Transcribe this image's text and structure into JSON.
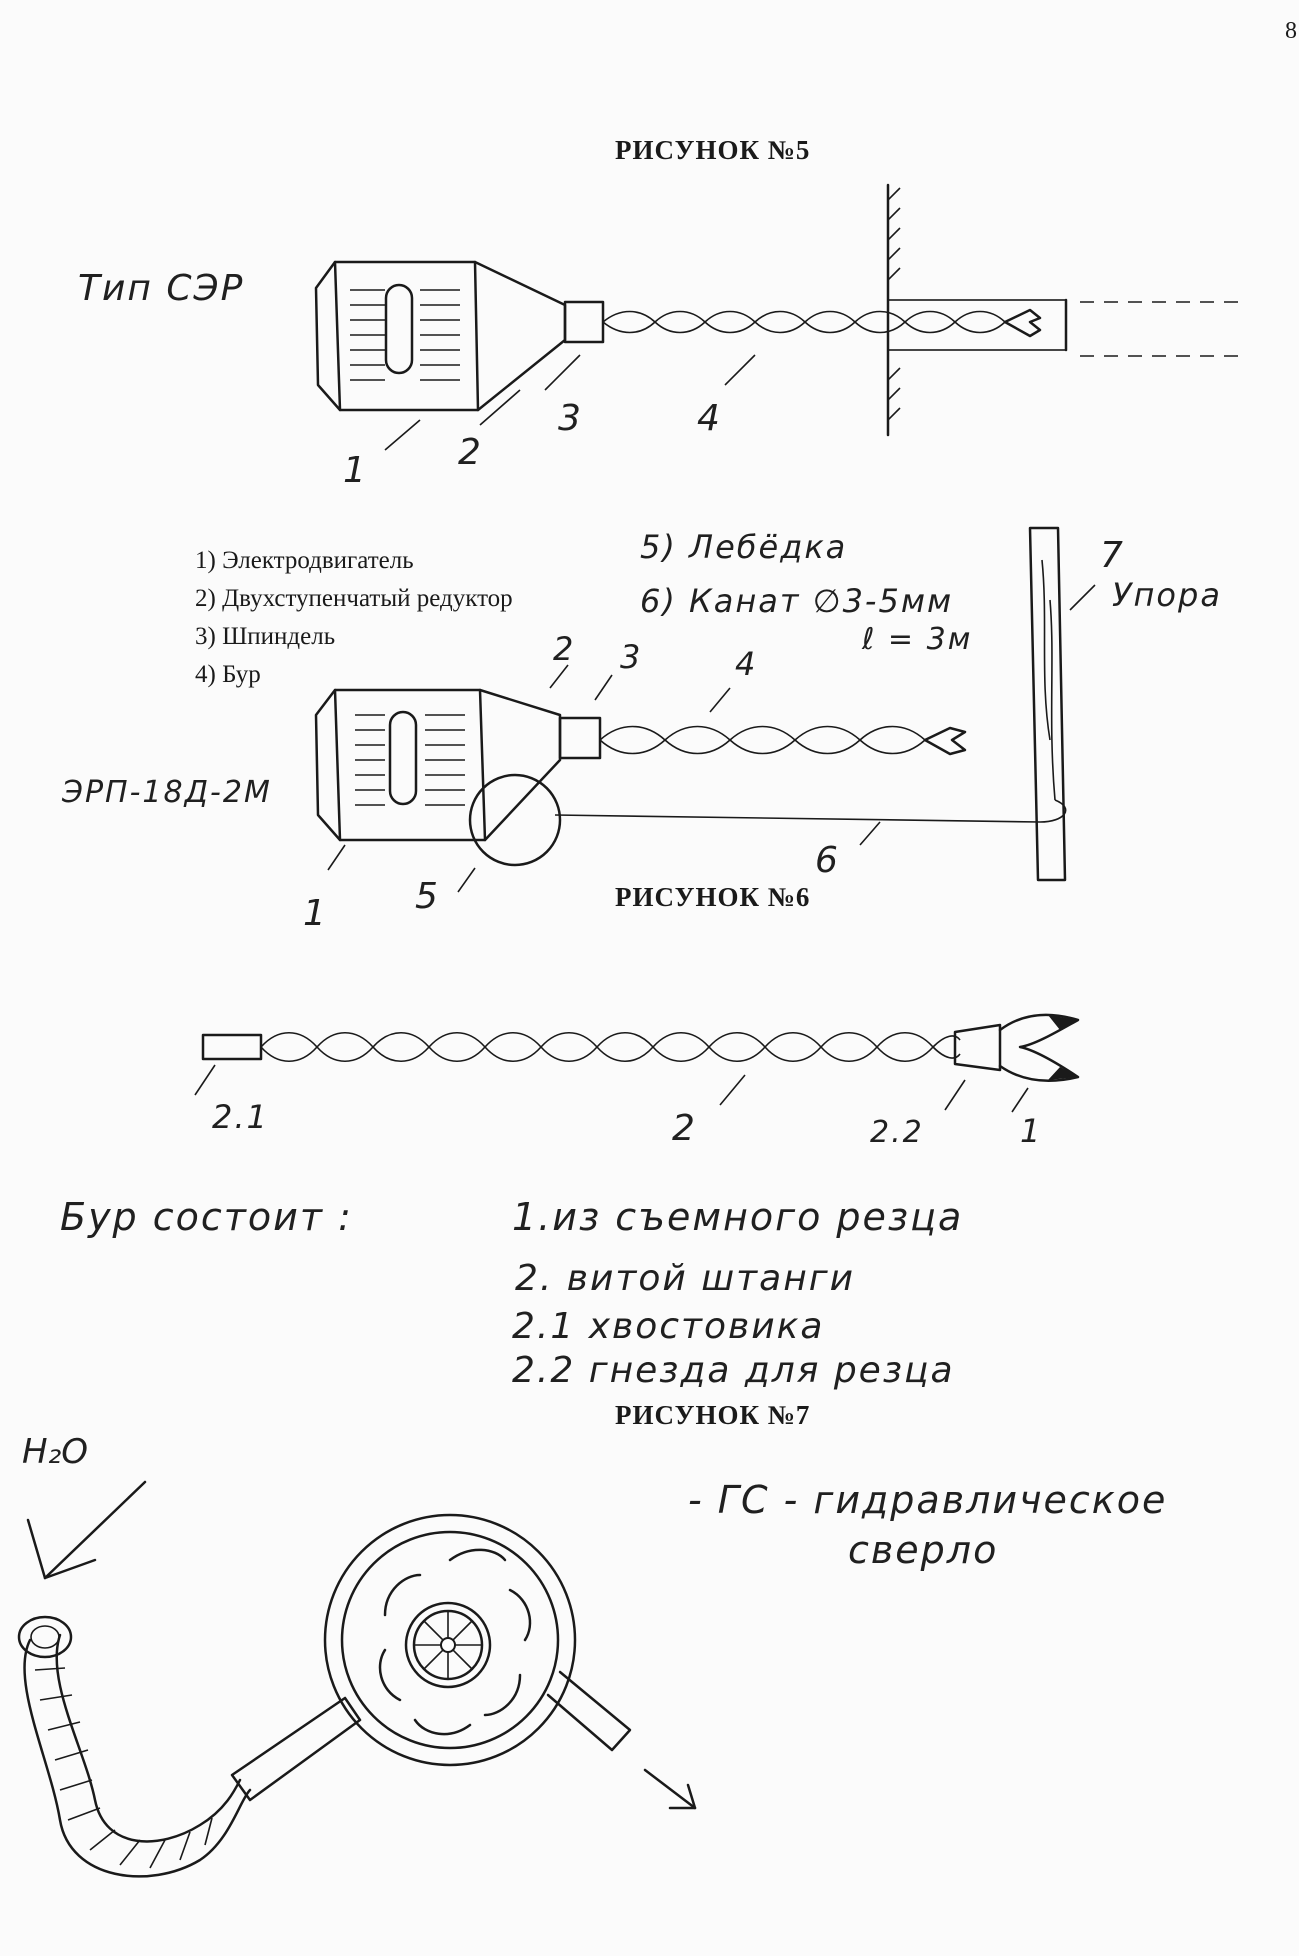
{
  "page_number": "8",
  "figure5": {
    "title": "РИСУНОК  №5",
    "type_label": "Тип СЭР",
    "callouts": [
      "1",
      "2",
      "3",
      "4"
    ]
  },
  "legend_printed": [
    "1) Электродвигатель",
    "2) Двухступенчатый редуктор",
    "3) Шпиндель",
    "4) Бур"
  ],
  "legend_handwritten": {
    "item5": "5) Лебёдка",
    "item6": "6) Канат ∅3-5мм",
    "item6_length": "ℓ = 3м",
    "item7_number": "7",
    "item7": "Упора"
  },
  "figure6": {
    "title": "РИСУНОК  №6",
    "model_label": "ЭРП-18Д-2М",
    "callouts": [
      "2",
      "3",
      "4",
      "1",
      "5",
      "6"
    ]
  },
  "figure7": {
    "title": "РИСУНОК  №7",
    "callouts": [
      "2.1",
      "2",
      "2.2",
      "1"
    ]
  },
  "drill_description": {
    "heading": "Бур состоит :",
    "items": [
      "1.из съемного резца",
      "2. витой штанги",
      "2.1 хвостовика",
      "2.2 гнезда для резца"
    ]
  },
  "hydro": {
    "water_label": "H₂O",
    "caption_line1": "- ГС - гидравлическое",
    "caption_line2": "сверло"
  }
}
